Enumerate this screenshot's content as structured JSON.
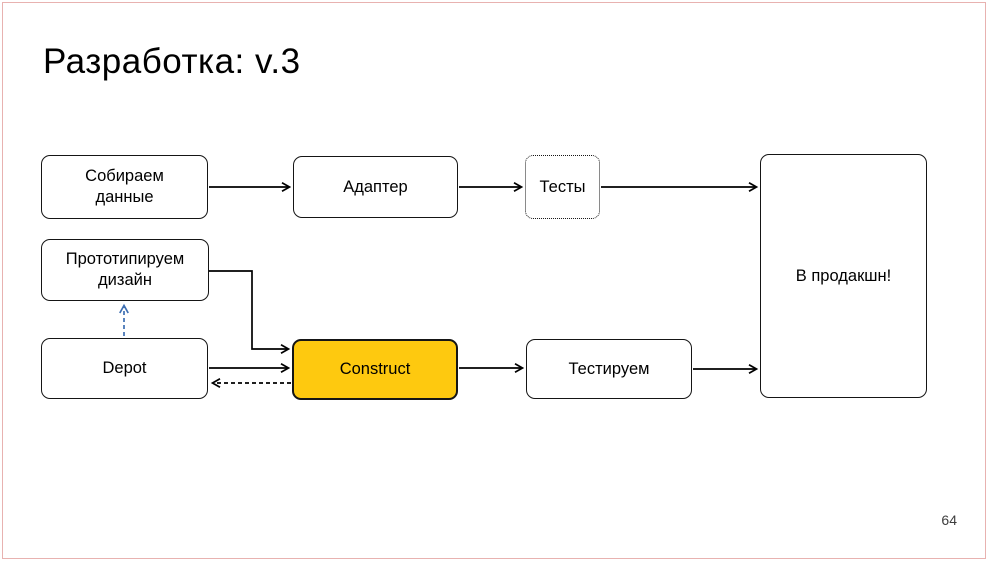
{
  "slide": {
    "title": "Разработка: v.3",
    "page_number": "64"
  },
  "colors": {
    "frame_border": "#e8b2b0",
    "node_border": "#151515",
    "highlight_fill": "#fec90f",
    "arrow": "#000000",
    "dashed_blue_arrow": "#3e6fb2"
  },
  "diagram": {
    "nodes": [
      {
        "id": "collect-data",
        "label": "Собираем\nданные",
        "shape": "rounded-solid"
      },
      {
        "id": "adapter",
        "label": "Адаптер",
        "shape": "rounded-solid"
      },
      {
        "id": "tests",
        "label": "Тесты",
        "shape": "rounded-dotted"
      },
      {
        "id": "production",
        "label": "В продакшн!",
        "shape": "rounded-solid"
      },
      {
        "id": "prototype-design",
        "label": "Прототипируем\nдизайн",
        "shape": "rounded-solid"
      },
      {
        "id": "depot",
        "label": "Depot",
        "shape": "rounded-solid"
      },
      {
        "id": "construct",
        "label": "Construct",
        "shape": "rounded-highlight"
      },
      {
        "id": "testing",
        "label": "Тестируем",
        "shape": "rounded-solid"
      }
    ],
    "edges": [
      {
        "from": "collect-data",
        "to": "adapter",
        "style": "solid"
      },
      {
        "from": "adapter",
        "to": "tests",
        "style": "solid"
      },
      {
        "from": "tests",
        "to": "production",
        "style": "solid"
      },
      {
        "from": "prototype-design",
        "to": "construct",
        "style": "solid-elbow"
      },
      {
        "from": "depot",
        "to": "construct",
        "style": "solid"
      },
      {
        "from": "construct",
        "to": "depot",
        "style": "dashed-black"
      },
      {
        "from": "depot",
        "to": "prototype-design",
        "style": "dashed-blue"
      },
      {
        "from": "construct",
        "to": "testing",
        "style": "solid"
      },
      {
        "from": "testing",
        "to": "production",
        "style": "solid"
      }
    ]
  }
}
